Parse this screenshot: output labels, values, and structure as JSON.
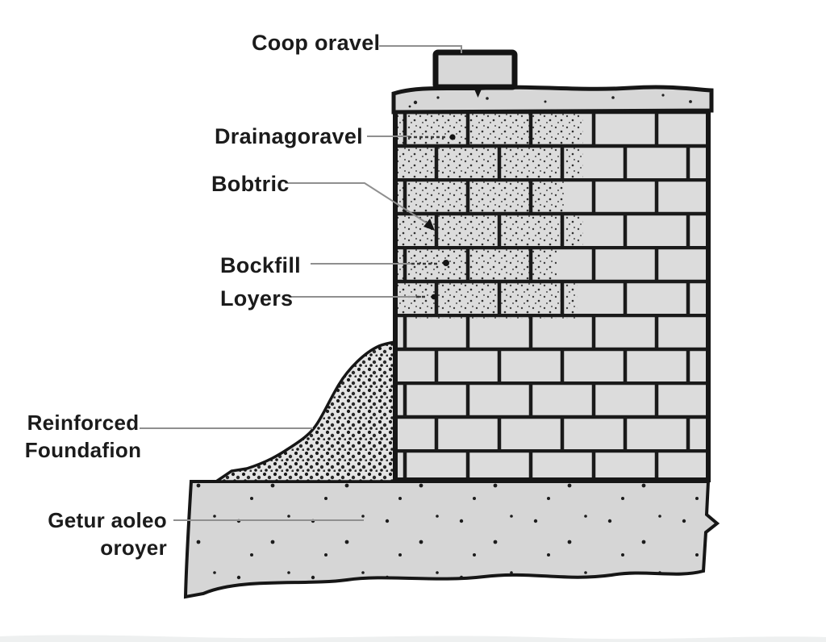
{
  "diagram": {
    "type": "construction-cross-section",
    "subject": "retaining wall with backfill, gravel mound and reinforced foundation slab"
  },
  "labels": {
    "cap_gravel": "Coop oravel",
    "drainage_gravel": "Drainagoravel",
    "fabric": "Bobtric",
    "backfill": "Bockfill",
    "layers": "Loyers",
    "foundation_line1": "Reinforced",
    "foundation_line2": "Foundafion",
    "base_layer_line1": "Getur aoleo",
    "base_layer_line2": "oroyer"
  },
  "colors": {
    "background": "#ffffff",
    "outline": "#161616",
    "brick_fill": "#dcdcdc",
    "slab_fill": "#d6d6d6",
    "mound_fill": "#e3e3e3",
    "cap_fill": "#d8d8d8",
    "leader_line": "#8f8f8f",
    "text": "#1b1b1b"
  }
}
